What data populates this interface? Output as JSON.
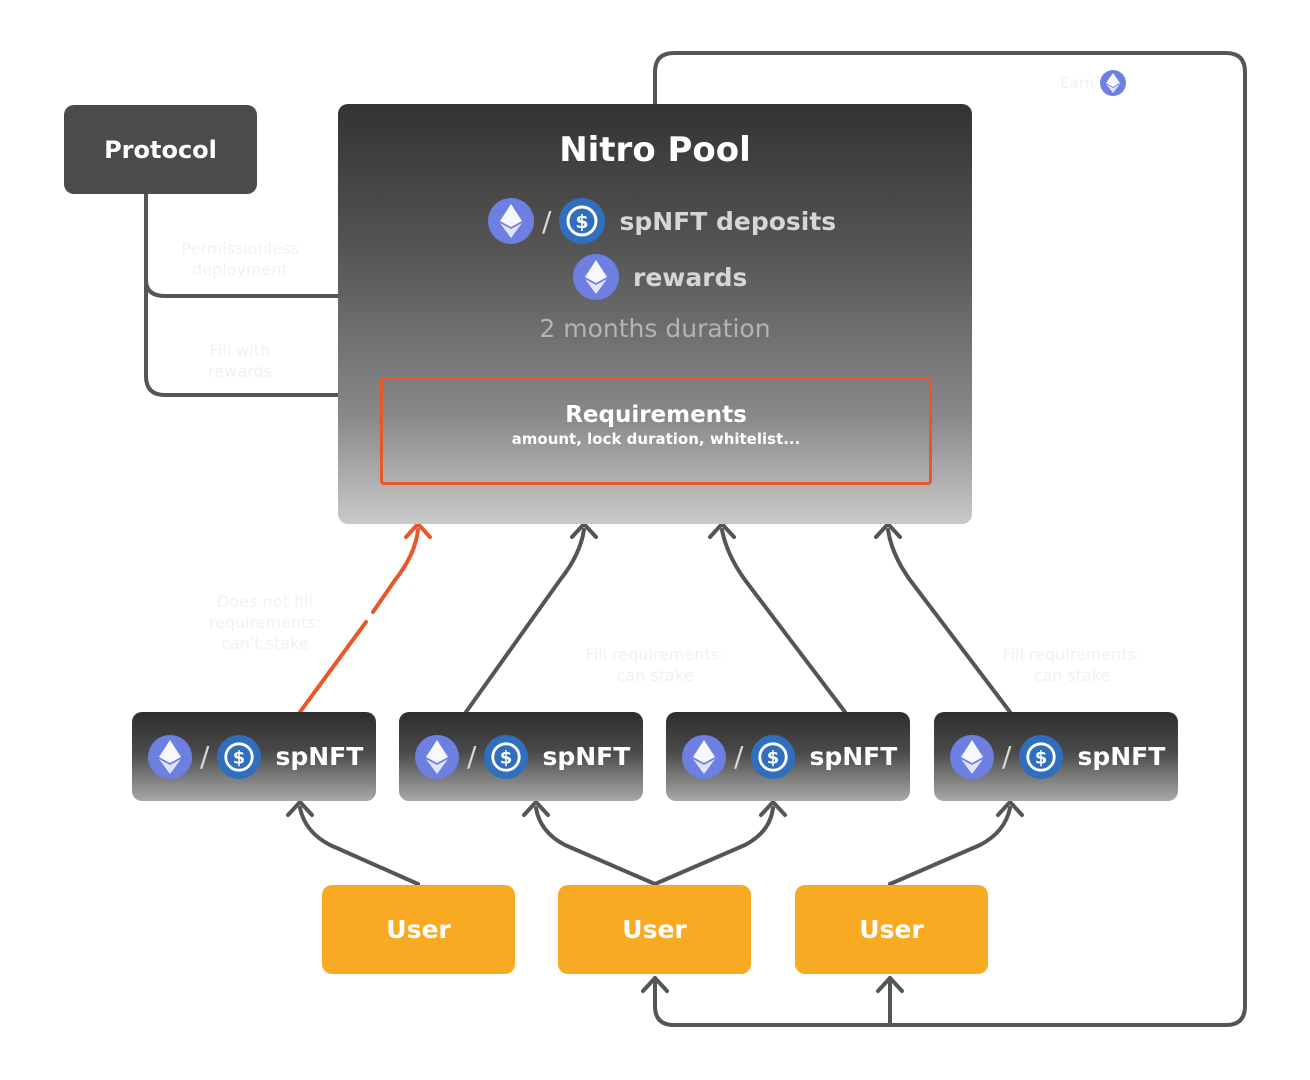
{
  "protocol": {
    "label": "Protocol"
  },
  "pool": {
    "title": "Nitro Pool",
    "deposits_label": "spNFT deposits",
    "rewards_label": "rewards",
    "duration": "2 months duration",
    "requirements_title": "Requirements",
    "requirements_sub": "amount, lock duration, whitelist..."
  },
  "edges": {
    "permissionless": "Permissionless\ndeployment",
    "fill_rewards": "Fill with\nrewards",
    "not_fill": "Does not fill\nrequirements:\ncan't stake",
    "fill_ok_1": "Fill requirements:\ncan stake",
    "fill_ok_2": "Fill requirements:\ncan stake",
    "earn": "Earn"
  },
  "spnfts": [
    {
      "separator": "/",
      "label": "spNFT"
    },
    {
      "separator": "/",
      "label": "spNFT"
    },
    {
      "separator": "/",
      "label": "spNFT"
    },
    {
      "separator": "/",
      "label": "spNFT"
    }
  ],
  "users": [
    {
      "label": "User"
    },
    {
      "label": "User"
    },
    {
      "label": "User"
    }
  ],
  "colors": {
    "accent_orange": "#e8562a",
    "user_yellow": "#f8aa22",
    "eth_blue": "#6d7fe0",
    "usdc_blue": "#2f6fbe",
    "line_gray": "#555555"
  },
  "icons": {
    "eth": "ethereum-icon",
    "usdc": "usdc-icon"
  }
}
